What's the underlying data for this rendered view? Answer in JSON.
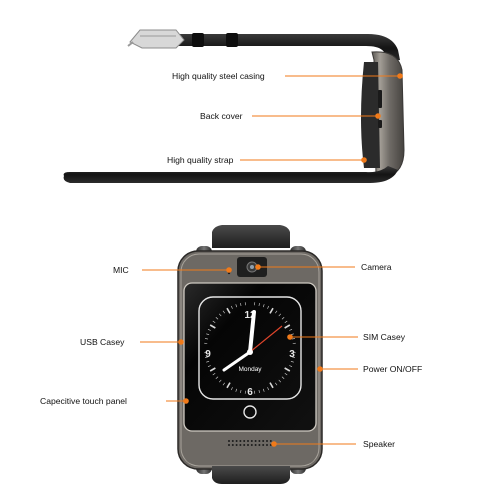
{
  "top_callouts": {
    "casing": "High quality steel casing",
    "back_cover": "Back cover",
    "strap": "High quality strap"
  },
  "left_callouts": {
    "mic": "MIC",
    "usb": "USB Casey",
    "touch": "Capecitive touch panel"
  },
  "right_callouts": {
    "camera": "Camera",
    "sim": "SIM Casey",
    "power": "Power ON/OFF",
    "speaker": "Speaker"
  },
  "watch_face": {
    "num_12": "12",
    "num_3": "3",
    "num_6": "6",
    "num_9": "9",
    "day": "Monday"
  },
  "colors": {
    "accent": "#f07a1a",
    "strap": "#1a1a1a",
    "casing": "#8a8580",
    "screen": "#0a0a0a"
  }
}
